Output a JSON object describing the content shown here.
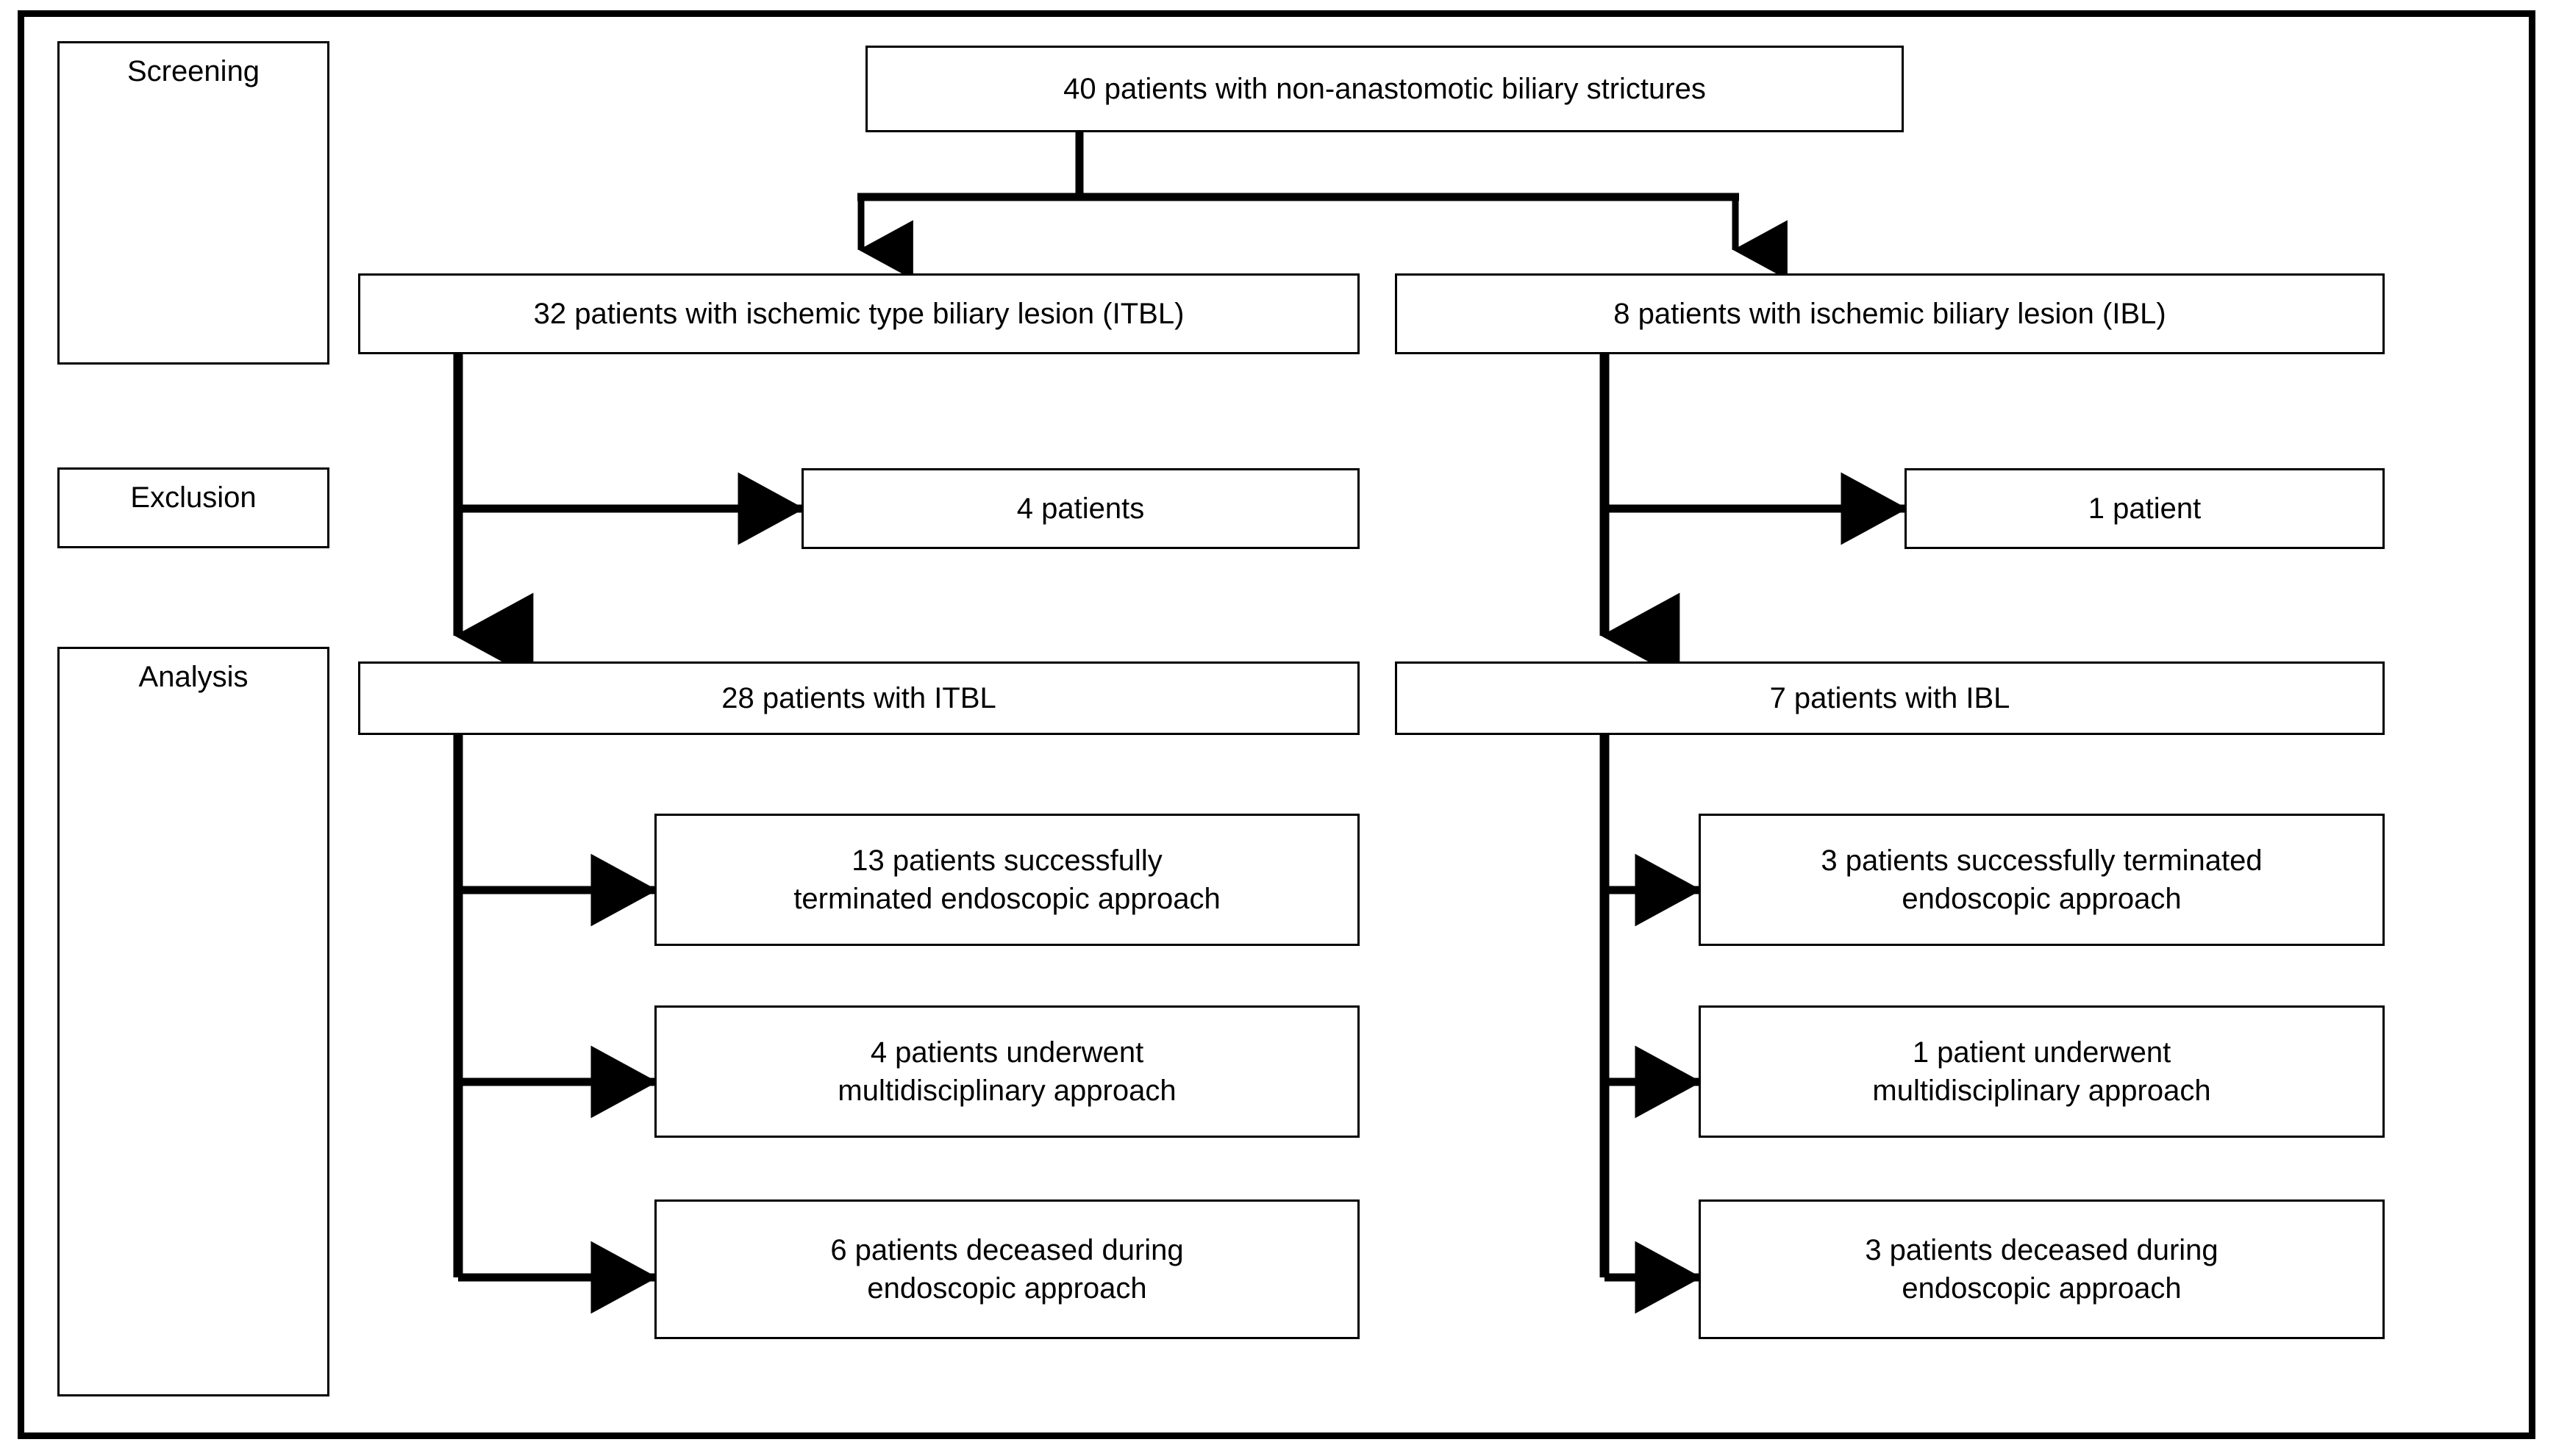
{
  "figure": {
    "type": "flowchart",
    "title_text": "",
    "orientation": "top-down",
    "colors": {
      "stroke": "#000000",
      "fill": "#ffffff",
      "text": "#000000"
    }
  },
  "stages": [
    {
      "id": "screening",
      "label": "Screening"
    },
    {
      "id": "exclusion",
      "label": "Exclusion"
    },
    {
      "id": "analysis",
      "label": "Analysis"
    }
  ],
  "nodes": {
    "root": {
      "label": "40 patients with non-anastomotic biliary strictures",
      "count": 40,
      "stage": "screening"
    },
    "itbl_screen": {
      "label": "32 patients with ischemic type biliary lesion (ITBL)",
      "count": 32,
      "stage": "screening"
    },
    "ibl_screen": {
      "label": "8 patients with ischemic biliary lesion (IBL)",
      "count": 8,
      "stage": "screening"
    },
    "itbl_excluded": {
      "label": "4 patients",
      "count": 4,
      "stage": "exclusion"
    },
    "ibl_excluded": {
      "label": "1 patient",
      "count": 1,
      "stage": "exclusion"
    },
    "itbl_analysis": {
      "label": "28 patients with ITBL",
      "count": 28,
      "stage": "analysis"
    },
    "ibl_analysis": {
      "label": "7 patients with IBL",
      "count": 7,
      "stage": "analysis"
    },
    "itbl_out1_l1": {
      "label": "13 patients successfully",
      "count": 13
    },
    "itbl_out1_l2": {
      "label": "terminated endoscopic approach"
    },
    "itbl_out2_l1": {
      "label": "4 patients underwent",
      "count": 4
    },
    "itbl_out2_l2": {
      "label": "multidisciplinary approach"
    },
    "itbl_out3_l1": {
      "label": "6 patients deceased during",
      "count": 6
    },
    "itbl_out3_l2": {
      "label": "endoscopic approach"
    },
    "ibl_out1_l1": {
      "label": "3 patients successfully terminated",
      "count": 3
    },
    "ibl_out1_l2": {
      "label": "endoscopic approach"
    },
    "ibl_out2_l1": {
      "label": "1 patient underwent",
      "count": 1
    },
    "ibl_out2_l2": {
      "label": "multidisciplinary approach"
    },
    "ibl_out3_l1": {
      "label": "3 patients deceased during",
      "count": 3
    },
    "ibl_out3_l2": {
      "label": "endoscopic approach"
    }
  },
  "flow_summary": {
    "screened_total": 40,
    "branches": [
      {
        "group": "ITBL",
        "screened": 32,
        "excluded": 4,
        "analyzed": 28,
        "outcomes": [
          {
            "label": "successfully terminated endoscopic approach",
            "count": 13
          },
          {
            "label": "underwent multidisciplinary approach",
            "count": 4
          },
          {
            "label": "deceased during endoscopic approach",
            "count": 6
          }
        ]
      },
      {
        "group": "IBL",
        "screened": 8,
        "excluded": 1,
        "analyzed": 7,
        "outcomes": [
          {
            "label": "successfully terminated endoscopic approach",
            "count": 3
          },
          {
            "label": "underwent multidisciplinary approach",
            "count": 1
          },
          {
            "label": "deceased during endoscopic approach",
            "count": 3
          }
        ]
      }
    ]
  }
}
